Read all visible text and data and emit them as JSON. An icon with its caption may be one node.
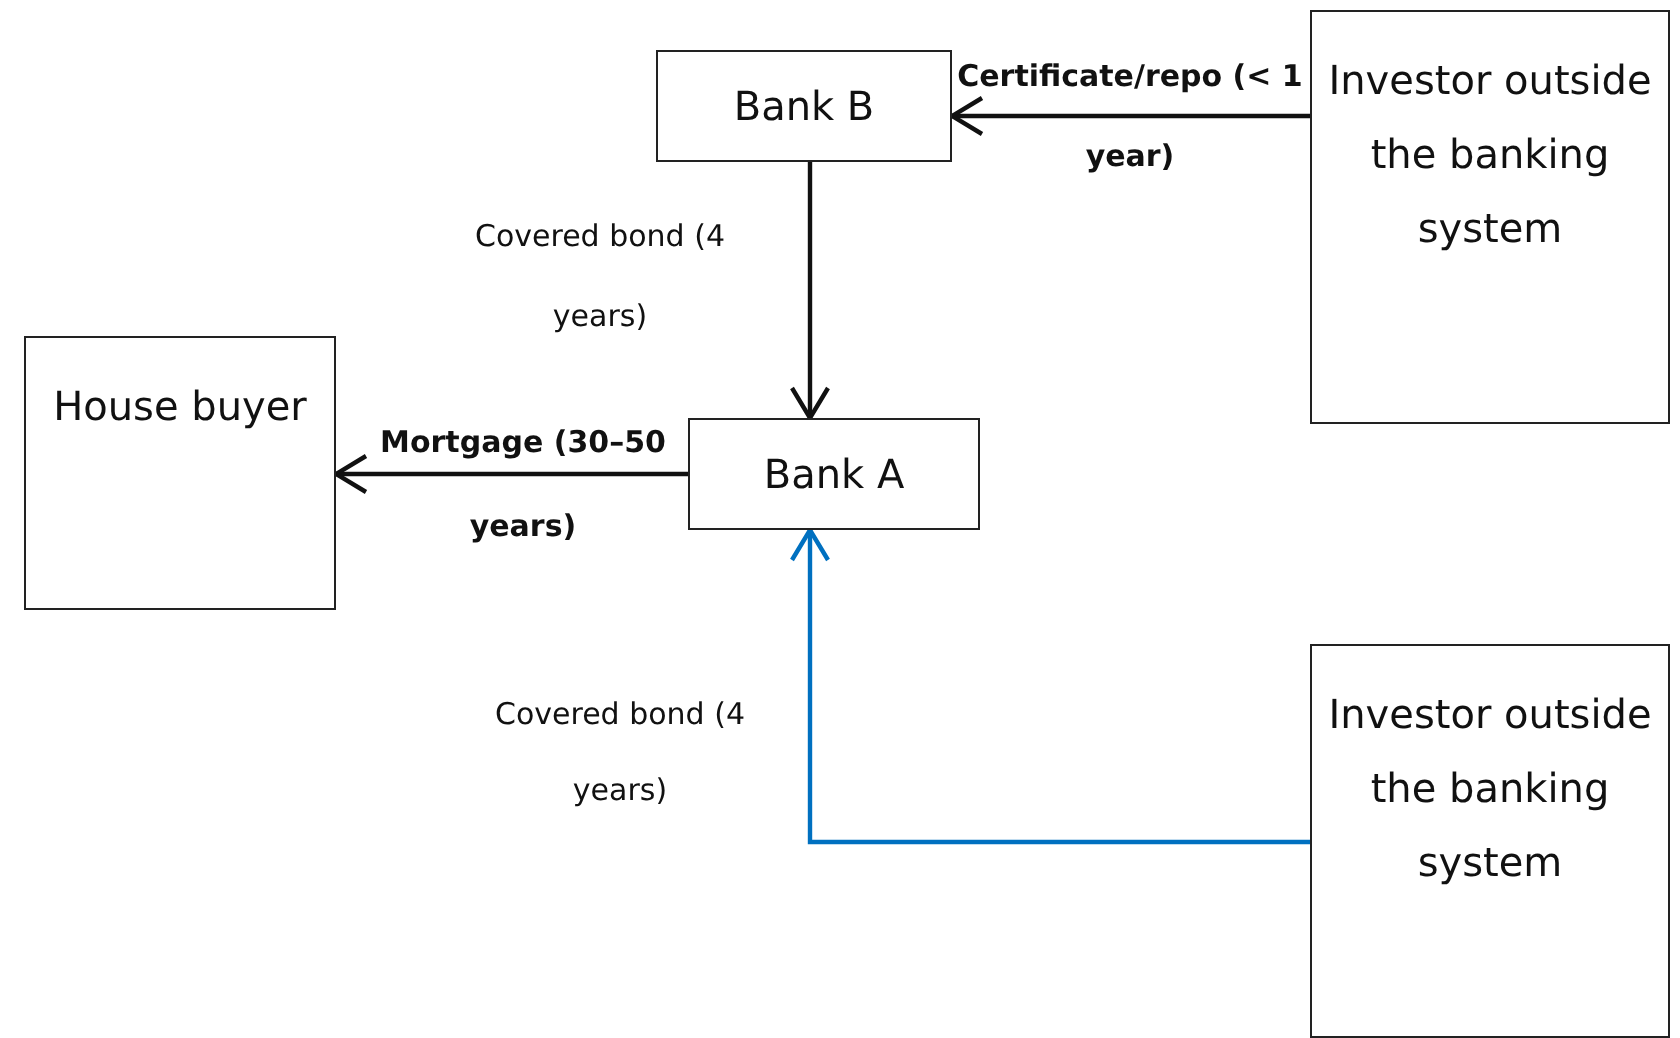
{
  "diagram": {
    "nodes": [
      {
        "text": [
          "Bank B"
        ]
      },
      {
        "text": [
          "Investor outside the banking system"
        ]
      },
      {
        "text": [
          "House buyer"
        ]
      },
      {
        "text": [
          "Bank A"
        ]
      },
      {
        "text": [
          "Investor outside the banking system"
        ]
      }
    ],
    "edges": [
      {
        "from": 1,
        "to": 0,
        "arrow": "to",
        "label": "Certificate/repo (< 1 year)"
      },
      {
        "from": 0,
        "to": 3,
        "arrow": "to",
        "label": "Covered bond (4 years)"
      },
      {
        "from": 3,
        "to": 2,
        "arrow": "to",
        "label": "Mortgage (30–50 years)"
      },
      {
        "from": 4,
        "to": 3,
        "arrow": "to",
        "label": "Covered bond (4 years)",
        "color": "#0070c0"
      }
    ]
  }
}
